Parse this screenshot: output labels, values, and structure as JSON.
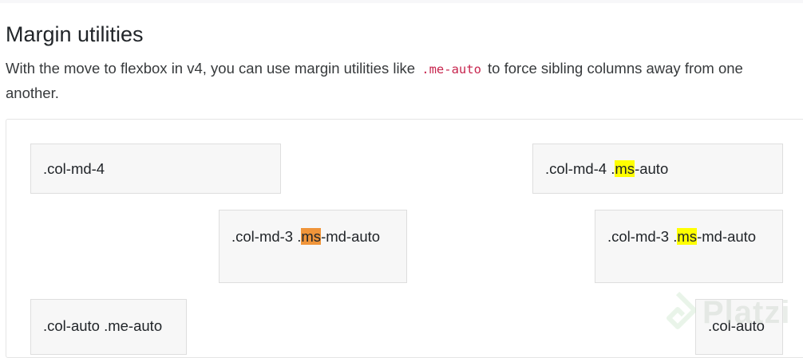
{
  "section": {
    "title": "Margin utilities",
    "lead_before": "With the move to flexbox in v4, you can use margin utilities like ",
    "lead_code": ".me-auto",
    "lead_after": " to force sibling columns away from one another."
  },
  "columns": [
    {
      "id": "box1",
      "before": ".col-md-4",
      "highlight": "",
      "after": ""
    },
    {
      "id": "box2",
      "before": ".col-md-4 .",
      "highlight": "ms",
      "after": "-auto",
      "highlight_color": "#ffff00"
    },
    {
      "id": "box3",
      "before": ".col-md-3 .",
      "highlight": "ms",
      "after": "-md-auto",
      "highlight_color": "#f0953a"
    },
    {
      "id": "box4",
      "before": ".col-md-3 .",
      "highlight": "ms",
      "after": "-md-auto",
      "highlight_color": "#ffff00"
    },
    {
      "id": "box5",
      "before": ".col-auto .me-auto",
      "highlight": "",
      "after": ""
    },
    {
      "id": "box6",
      "before": ".col-auto",
      "highlight": "",
      "after": ""
    }
  ],
  "watermark": {
    "text": "Platzi",
    "icon": "platzi-logo-icon"
  },
  "colors": {
    "code": "#c7254e",
    "box_bg": "#f7f7f7",
    "box_border": "#dedede",
    "highlight_yellow": "#ffff00",
    "highlight_orange": "#f0953a"
  }
}
